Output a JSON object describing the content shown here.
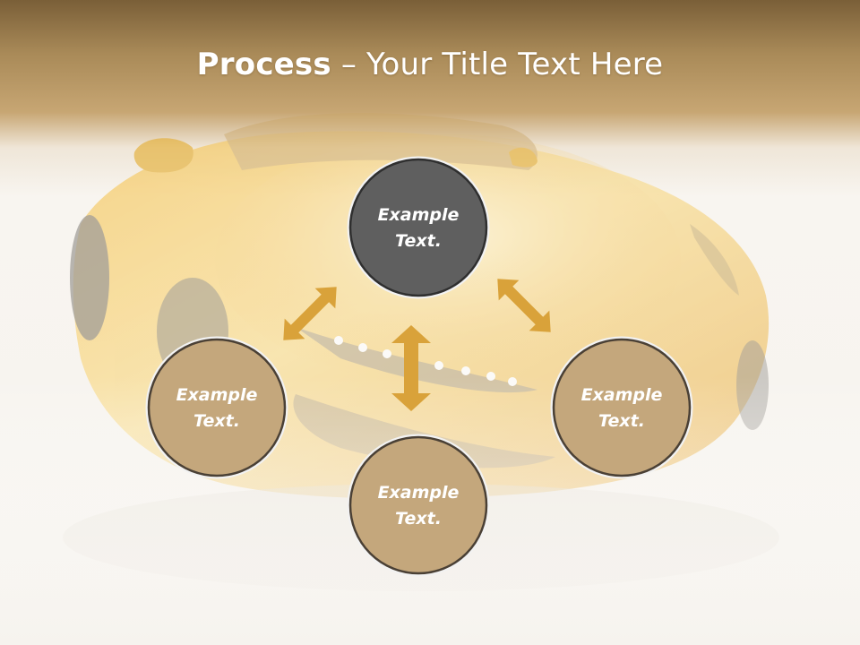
{
  "title": {
    "bold": "Process",
    "separator": " – ",
    "rest": "Your Title Text Here"
  },
  "colors": {
    "header_brown": "#a98a58",
    "node_center": "#5f5f5f",
    "node_outer": "#c4a77c",
    "node_border": "#3a3a3a",
    "arrow_gold": "#d9a23a"
  },
  "diagram": {
    "nodes": [
      {
        "id": "top",
        "line1": "Example",
        "line2": "Text."
      },
      {
        "id": "left",
        "line1": "Example",
        "line2": "Text."
      },
      {
        "id": "right",
        "line1": "Example",
        "line2": "Text."
      },
      {
        "id": "bottom",
        "line1": "Example",
        "line2": "Text."
      }
    ],
    "arrows": [
      {
        "from": "top",
        "to": "left"
      },
      {
        "from": "top",
        "to": "right"
      },
      {
        "from": "top",
        "to": "bottom"
      }
    ]
  },
  "background_image": "sports-car-photo"
}
